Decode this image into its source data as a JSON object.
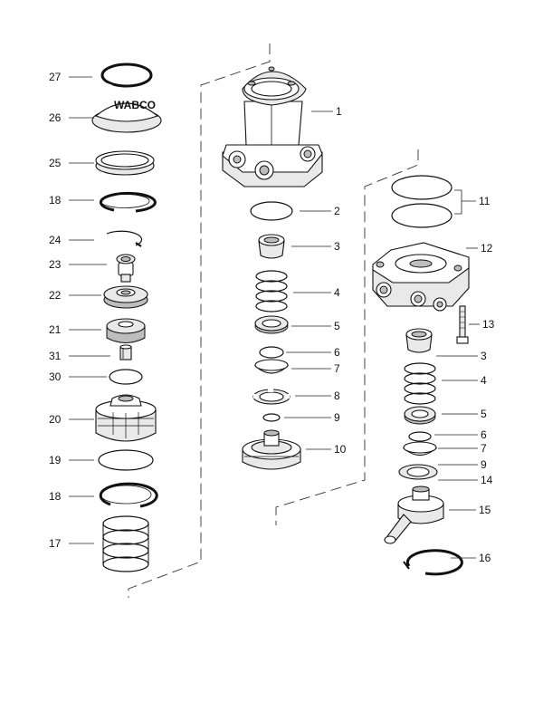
{
  "diagram": {
    "brand_mark": "WABCO",
    "callouts": [
      {
        "id": "c27",
        "label": "27"
      },
      {
        "id": "c26",
        "label": "26"
      },
      {
        "id": "c25",
        "label": "25"
      },
      {
        "id": "c18a",
        "label": "18"
      },
      {
        "id": "c24",
        "label": "24"
      },
      {
        "id": "c23",
        "label": "23"
      },
      {
        "id": "c22",
        "label": "22"
      },
      {
        "id": "c21",
        "label": "21"
      },
      {
        "id": "c31",
        "label": "31"
      },
      {
        "id": "c30",
        "label": "30"
      },
      {
        "id": "c20",
        "label": "20"
      },
      {
        "id": "c19",
        "label": "19"
      },
      {
        "id": "c18b",
        "label": "18"
      },
      {
        "id": "c17",
        "label": "17"
      },
      {
        "id": "c1",
        "label": "1"
      },
      {
        "id": "c2",
        "label": "2"
      },
      {
        "id": "c3a",
        "label": "3"
      },
      {
        "id": "c4a",
        "label": "4"
      },
      {
        "id": "c5a",
        "label": "5"
      },
      {
        "id": "c6a",
        "label": "6"
      },
      {
        "id": "c7a",
        "label": "7"
      },
      {
        "id": "c8",
        "label": "8"
      },
      {
        "id": "c9a",
        "label": "9"
      },
      {
        "id": "c10",
        "label": "10"
      },
      {
        "id": "c11",
        "label": "11"
      },
      {
        "id": "c12",
        "label": "12"
      },
      {
        "id": "c13",
        "label": "13"
      },
      {
        "id": "c3b",
        "label": "3"
      },
      {
        "id": "c4b",
        "label": "4"
      },
      {
        "id": "c5b",
        "label": "5"
      },
      {
        "id": "c6b",
        "label": "6"
      },
      {
        "id": "c7b",
        "label": "7"
      },
      {
        "id": "c9b",
        "label": "9"
      },
      {
        "id": "c14",
        "label": "14"
      },
      {
        "id": "c15",
        "label": "15"
      },
      {
        "id": "c16",
        "label": "16"
      }
    ]
  }
}
